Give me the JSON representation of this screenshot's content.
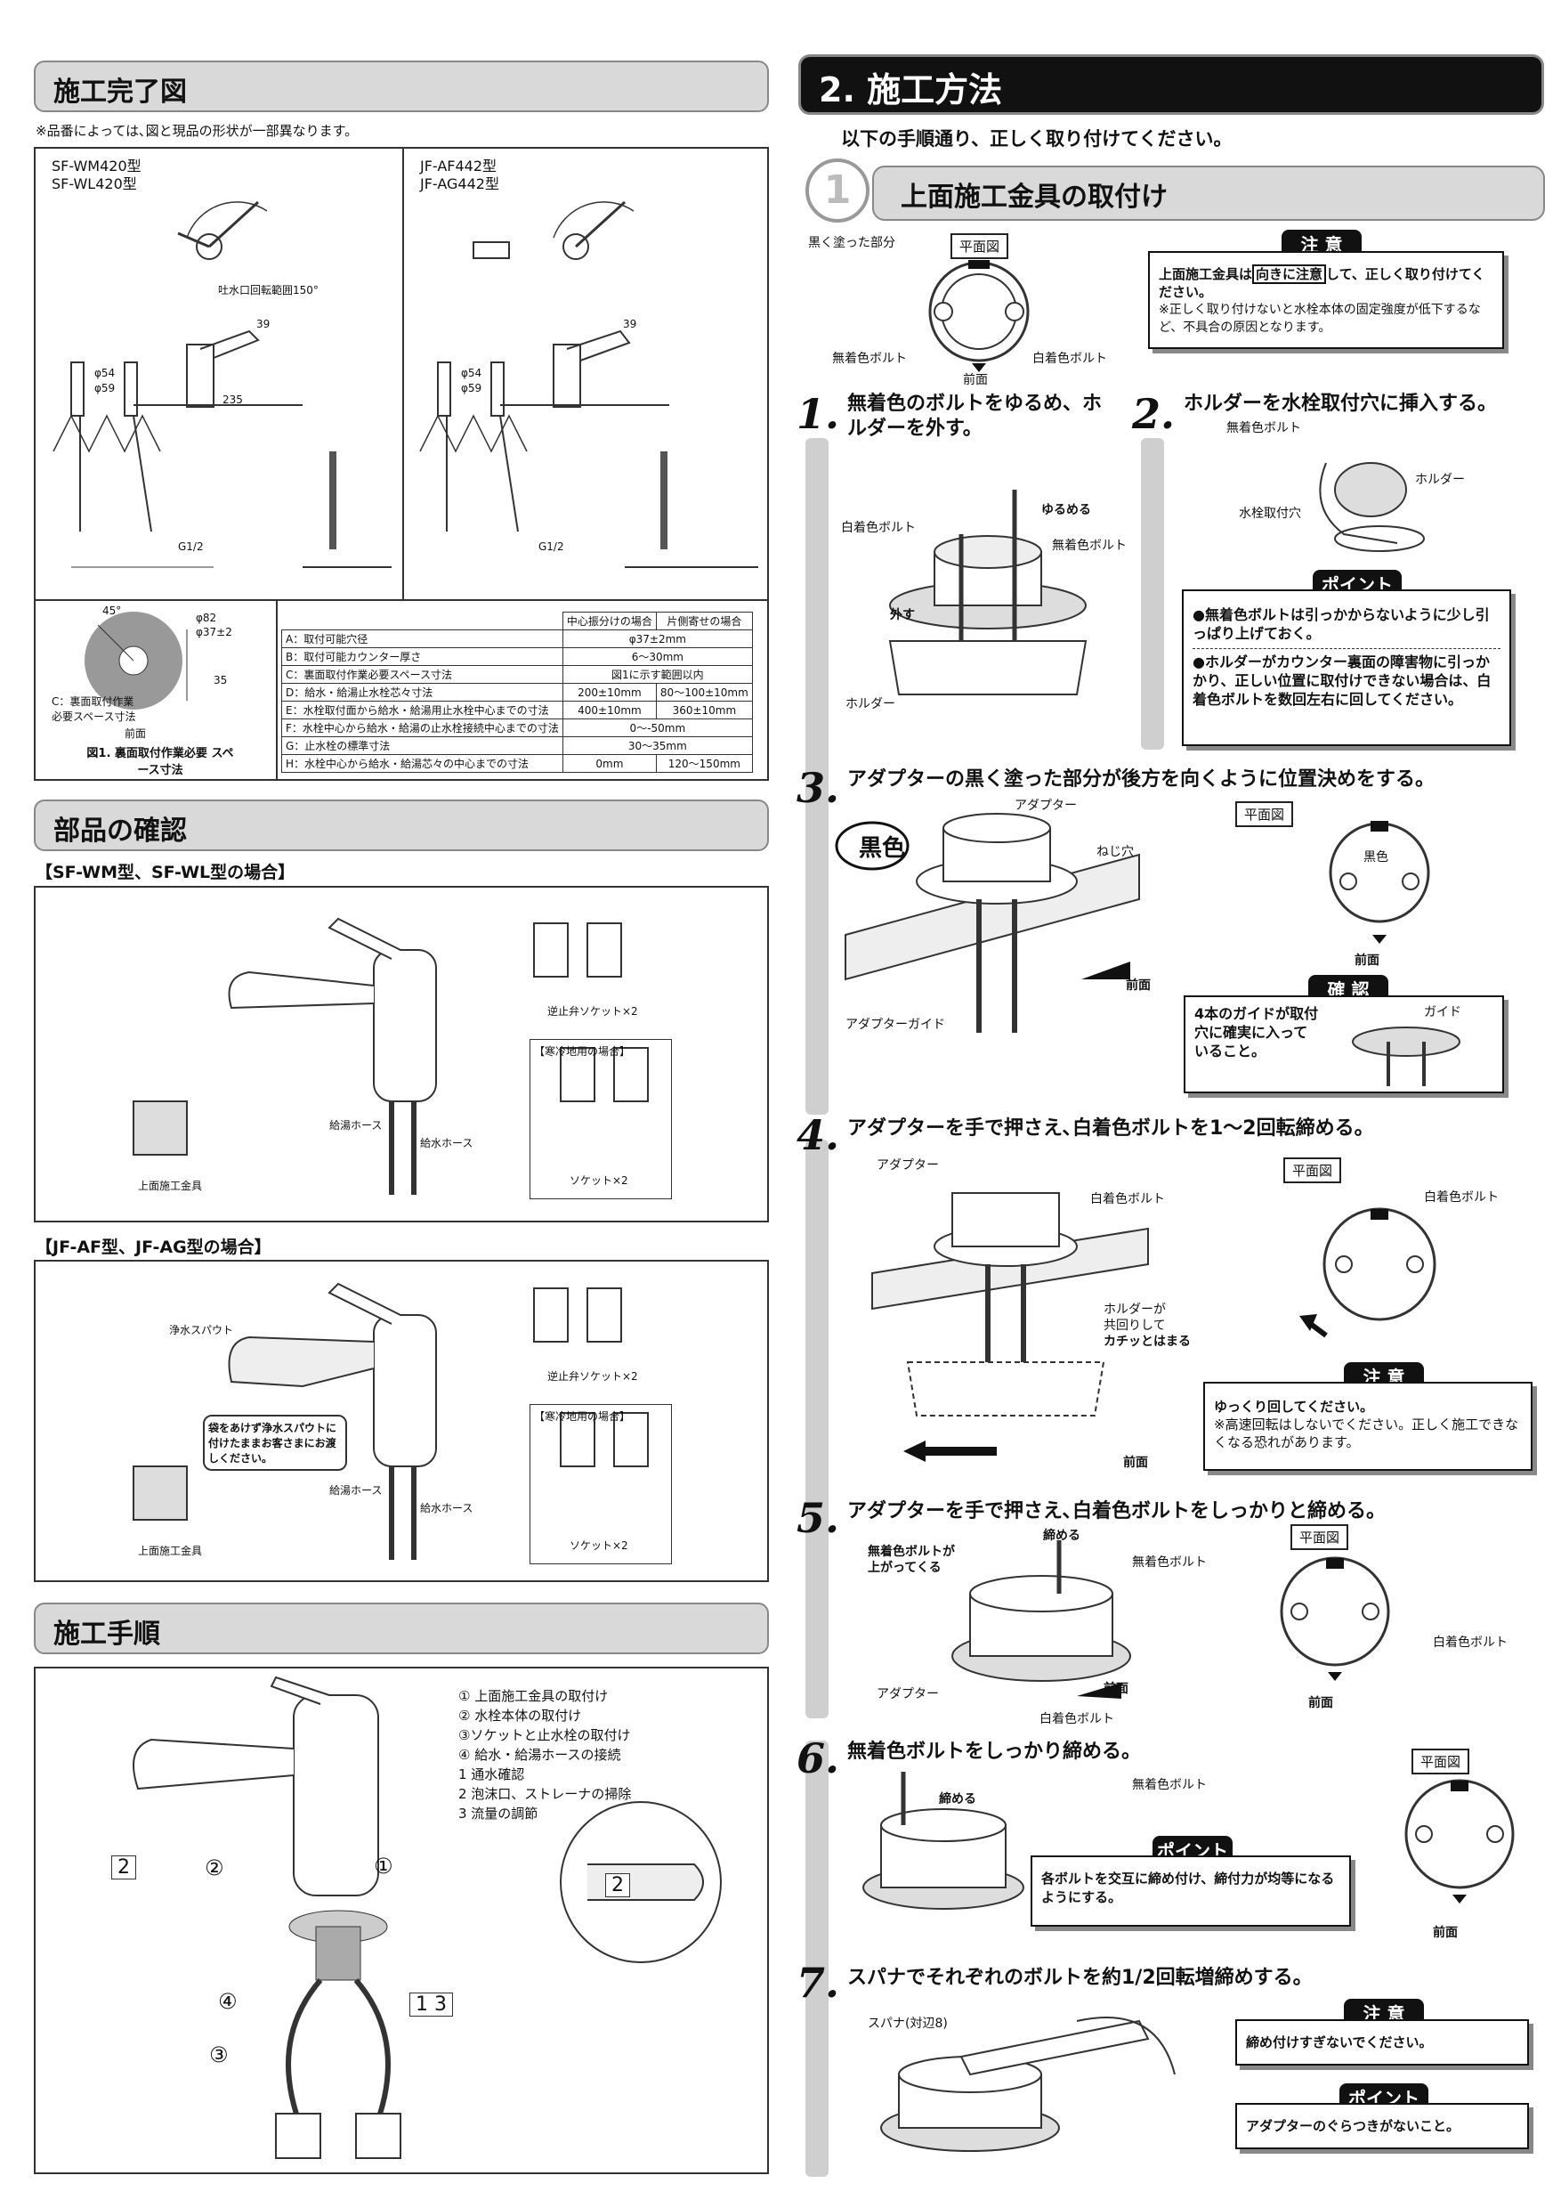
{
  "left": {
    "completion": {
      "title": "施工完了図",
      "note": "※品番によっては､図と現品の形状が一部異なります。",
      "models_a": [
        "SF-WM420型",
        "SF-WL420型"
      ],
      "models_b": [
        "JF-AF442型",
        "JF-AG442型"
      ],
      "fig_caption": "図1. 裏面取付作業必要 スペース寸法",
      "fig_label_c": "C：裏面取付作業 必要スペース寸法",
      "fig_label_front": "前面",
      "dims": {
        "d39": "39",
        "d235": "235",
        "d54": "φ54",
        "d59": "φ59",
        "g12": "G1/2",
        "d35": "35",
        "d45": "45°",
        "d82": "φ82",
        "d37": "φ37±2",
        "rot150": "吐水口回転範囲150°"
      },
      "spec_header": [
        "",
        "中心振分けの場合",
        "片側寄せの場合"
      ],
      "spec_rows": [
        [
          "A：取付可能穴径",
          "φ37±2mm",
          ""
        ],
        [
          "B：取付可能カウンター厚さ",
          "6～30mm",
          ""
        ],
        [
          "C：裏面取付作業必要スペース寸法",
          "図1に示す範囲以内",
          ""
        ],
        [
          "D：給水・給湯止水栓芯々寸法",
          "200±10mm",
          "80～100±10mm"
        ],
        [
          "E：水栓取付面から給水・給湯用止水栓中心までの寸法",
          "400±10mm",
          "360±10mm"
        ],
        [
          "F：水栓中心から給水・給湯の止水栓接続中心までの寸法",
          "0～-50mm",
          ""
        ],
        [
          "G：止水栓の標準寸法",
          "30～35mm",
          ""
        ],
        [
          "H：水栓中心から給水・給湯芯々の中心までの寸法",
          "0mm",
          "120～150mm"
        ]
      ]
    },
    "parts": {
      "title": "部品の確認",
      "case1_heading": "【SF-WM型、SF-WL型の場合】",
      "case2_heading": "【JF-AF型、JF-AG型の場合】",
      "check_valve": "逆止弁ソケット×2",
      "cold_region": "【寒冷地用の場合】",
      "socket": "ソケット×2",
      "hot_hose": "給湯ホース",
      "cold_hose": "給水ホース",
      "top_fitting": "上面施工金具",
      "spout": "浄水スパウト",
      "bag_note": "袋をあけず浄水スパウトに付けたままお客さまにお渡しください。"
    },
    "procedure": {
      "title": "施工手順",
      "steps": [
        "① 上面施工金具の取付け",
        "② 水栓本体の取付け",
        "③ソケットと止水栓の取付け",
        "④ 給水・給湯ホースの接続",
        "1 通水確認",
        "2 泡沫口、ストレーナの掃除",
        "3 流量の調節"
      ],
      "callouts": [
        "2",
        "②",
        "①",
        "④",
        "③",
        "1 3",
        "2"
      ]
    }
  },
  "right": {
    "title": "2. 施工方法",
    "intro": "以下の手順通り、正しく取り付けてください。",
    "sub_num": "1",
    "sub_title": "上面施工金具の取付け",
    "plan_label": "平面図",
    "black_part": "黒く塗った部分",
    "uncolored_bolt": "無着色ボルト",
    "white_bolt": "白着色ボルト",
    "front": "前面",
    "caution_label": "注 意",
    "caution_top_pre": "上面施工金具は",
    "caution_top_hl": "向きに注意",
    "caution_top_post": "して、正しく取り付けてください。",
    "caution_top_note": "※正しく取り付けないと水栓本体の固定強度が低下するなど、不具合の原因となります。",
    "point_label": "ポイント",
    "confirm_label": "確 認",
    "steps": [
      {
        "num": "1.",
        "title": "無着色のボルトをゆるめ、ホルダーを外す。",
        "labels": [
          "ゆるめる",
          "白着色ボルト",
          "無着色ボルト",
          "外す",
          "ホルダー"
        ]
      },
      {
        "num": "2.",
        "title": "ホルダーを水栓取付穴に挿入する。",
        "labels": [
          "無着色ボルト",
          "ホルダー",
          "水栓取付穴"
        ],
        "points": [
          "●無着色ボルトは引っかからないように少し引っぱり上げておく。",
          "●ホルダーがカウンター裏面の障害物に引っかかり、正しい位置に取付けできない場合は、白着色ボルトを数回左右に回してください。"
        ]
      },
      {
        "num": "3.",
        "title": "アダプターの黒く塗った部分が後方を向くように位置決めをする。",
        "labels": [
          "アダプター",
          "黒色",
          "ねじ穴",
          "前面",
          "アダプターガイド",
          "黒色",
          "前面",
          "ガイド"
        ],
        "confirm": "4本のガイドが取付穴に確実に入っていること。"
      },
      {
        "num": "4.",
        "title": "アダプターを手で押さえ､白着色ボルトを1～2回転締める。",
        "labels": [
          "アダプター",
          "白着色ボルト",
          "ホルダーが",
          "共回りして",
          "カチッとはまる",
          "前面",
          "白着色ボルト"
        ],
        "caution": "ゆっくり回してください。",
        "caution_note": "※高速回転はしないでください。正しく施工できなくなる恐れがあります。"
      },
      {
        "num": "5.",
        "title": "アダプターを手で押さえ､白着色ボルトをしっかりと締める。",
        "labels": [
          "締める",
          "無着色ボルトが",
          "上がってくる",
          "無着色ボルト",
          "アダプター",
          "前面",
          "白着色ボルト",
          "白着色ボルト",
          "前面"
        ]
      },
      {
        "num": "6.",
        "title": "無着色ボルトをしっかり締める。",
        "labels": [
          "締める",
          "無着色ボルト",
          "前面"
        ],
        "point": "各ボルトを交互に締め付け、締付力が均等になるようにする。"
      },
      {
        "num": "7.",
        "title": "スパナでそれぞれのボルトを約1/2回転増締めする。",
        "labels": [
          "スパナ(対辺8)"
        ],
        "caution": "締め付けすぎないでください。",
        "point": "アダプターのぐらつきがないこと。"
      }
    ]
  }
}
